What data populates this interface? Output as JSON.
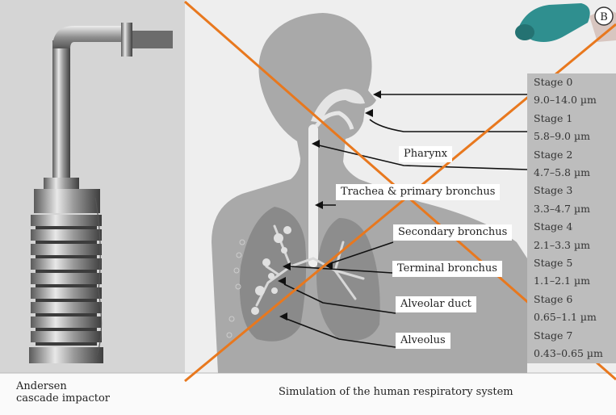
{
  "impactor_caption": [
    "Andersen",
    "cascade impactor"
  ],
  "simulation_caption": "Simulation of the human respiratory system",
  "badge": "B",
  "structures": [
    {
      "key": "pharynx",
      "label": "Pharynx"
    },
    {
      "key": "trachea",
      "label": "Trachea & primary bronchus"
    },
    {
      "key": "secondary",
      "label": "Secondary bronchus"
    },
    {
      "key": "terminal",
      "label": "Terminal bronchus"
    },
    {
      "key": "alveolar",
      "label": "Alveolar duct"
    },
    {
      "key": "alveolus",
      "label": "Alveolus"
    }
  ],
  "stages": [
    {
      "name": "Stage 0",
      "range": "9.0–14.0 µm"
    },
    {
      "name": "Stage 1",
      "range": "5.8–9.0 µm"
    },
    {
      "name": "Stage 2",
      "range": "4.7–5.8 µm"
    },
    {
      "name": "Stage 3",
      "range": "3.3–4.7 µm"
    },
    {
      "name": "Stage 4",
      "range": "2.1–3.3 µm"
    },
    {
      "name": "Stage 5",
      "range": "1.1–2.1 µm"
    },
    {
      "name": "Stage 6",
      "range": "0.65–1.1 µm"
    },
    {
      "name": "Stage 7",
      "range": "0.43–0.65 µm"
    }
  ],
  "colors": {
    "cross": "#e8781e",
    "panel": "#ececec",
    "silhouette": "#a9a9a9",
    "stage_bg": "#bdbdbd",
    "device_teal": "#2f8f8f"
  }
}
